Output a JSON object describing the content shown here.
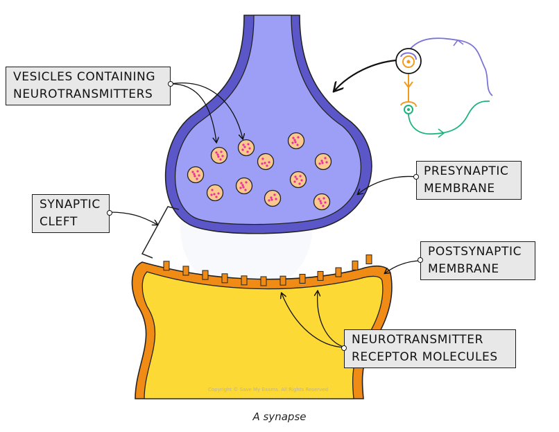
{
  "labels": {
    "vesicles": {
      "line1": "VESICLES CONTAINING",
      "line2": "NEUROTRANSMITTERS"
    },
    "synaptic_cleft": {
      "line1": "SYNAPTIC",
      "line2": "CLEFT"
    },
    "presynaptic": {
      "line1": "PRESYNAPTIC",
      "line2": "MEMBRANE"
    },
    "postsynaptic": {
      "line1": "POSTSYNAPTIC",
      "line2": "MEMBRANE"
    },
    "receptors": {
      "line1": "NEUROTRANSMITTER",
      "line2": "RECEPTOR MOLECULES"
    }
  },
  "caption": "A synapse",
  "copyright": "Copyright © Save My Exams. All Rights Reserved",
  "colors": {
    "presynaptic_fill": "#9c9ff5",
    "presynaptic_membrane": "#5b57c8",
    "postsynaptic_fill": "#fcd935",
    "postsynaptic_membrane": "#f08c16",
    "vesicle_fill": "#fbc88f",
    "neurotransmitter": "#e8339e",
    "neuron_green": "#1bb37c",
    "neuron_purple": "#7b74d6",
    "neuron_orange": "#f29a1e",
    "label_bg": "#e8e8e8"
  }
}
